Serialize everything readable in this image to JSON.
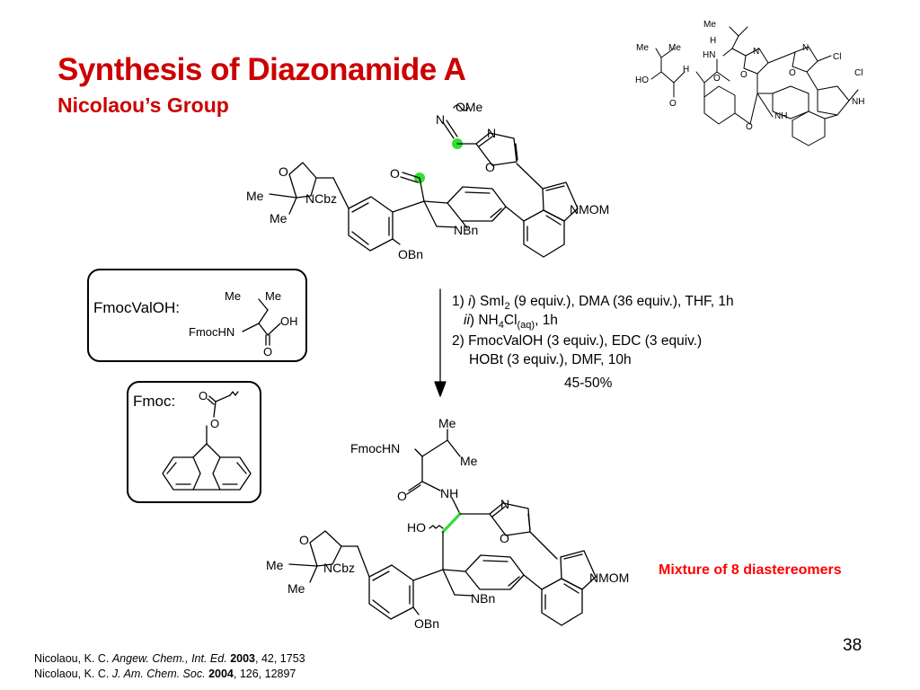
{
  "slide": {
    "title": "Synthesis of Diazonamide A",
    "subtitle": "Nicolaou’s Group",
    "page_number": "38",
    "mixture_note": "Mixture of 8 diastereomers",
    "colors": {
      "title": "#cc0000",
      "note": "#ff0000",
      "highlight": "#33dd33"
    }
  },
  "boxes": {
    "fmocval_label": "FmocValOH:",
    "fmoc_label": "Fmoc:"
  },
  "conditions": {
    "line1": {
      "prefix": "1) ",
      "roman": "i",
      "text": ") SmI",
      "sub": "2",
      "rest": " (9 equiv.), DMA (36 equiv.), THF, 1h"
    },
    "line2": {
      "roman": "ii",
      "text": ") NH",
      "sub1": "4",
      "mid": "Cl",
      "sub2": "(aq)",
      "rest": ", 1h"
    },
    "line3": "2) FmocValOH (3 equiv.), EDC (3 equiv.)",
    "line4": "HOBt (3 equiv.), DMF, 10h",
    "yield": "45-50%"
  },
  "references": [
    {
      "author": "Nicolaou, K. C. ",
      "journal": "Angew. Chem., Int. Ed.",
      "year": "2003",
      "rest": ", 42, 1753"
    },
    {
      "author": "Nicolaou, K. C. ",
      "journal": "J. Am. Chem. Soc.",
      "year": "2004",
      "rest": ", 126, 12897"
    }
  ],
  "atoms": {
    "ome": "OMe",
    "n": "N",
    "o": "O",
    "me": "Me",
    "ncbz": "NCbz",
    "nbn": "NBn",
    "obn": "OBn",
    "nmom": "NMOM",
    "oh": "OH",
    "fmochn": "FmocHN",
    "nh": "NH",
    "ho": "HO",
    "h": "H",
    "cl": "Cl",
    "hn": "HN"
  }
}
